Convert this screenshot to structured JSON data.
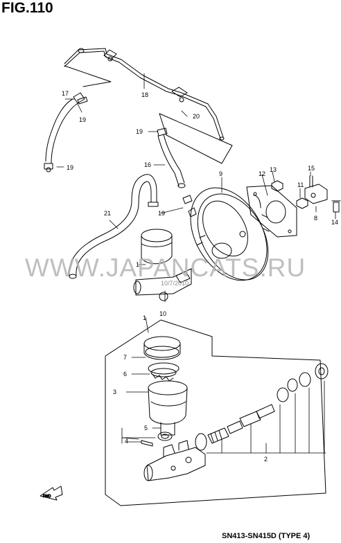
{
  "figure": {
    "title": "FIG.110",
    "model_code": "SN413-SN415D (TYPE 4)",
    "watermark": "WWW.JAPANCATS.RU",
    "date_stamp": "10/7/2010"
  },
  "callouts": [
    "17",
    "19",
    "18",
    "20",
    "19",
    "16",
    "19",
    "9",
    "12",
    "13",
    "15",
    "11",
    "8",
    "14",
    "21",
    "19",
    "1",
    "10",
    "1",
    "7",
    "6",
    "3",
    "5",
    "4",
    "2"
  ],
  "colors": {
    "line": "#000000",
    "watermark": "#b4b4b4"
  },
  "icons": {
    "front_arrow": "front-direction-arrow-icon"
  }
}
